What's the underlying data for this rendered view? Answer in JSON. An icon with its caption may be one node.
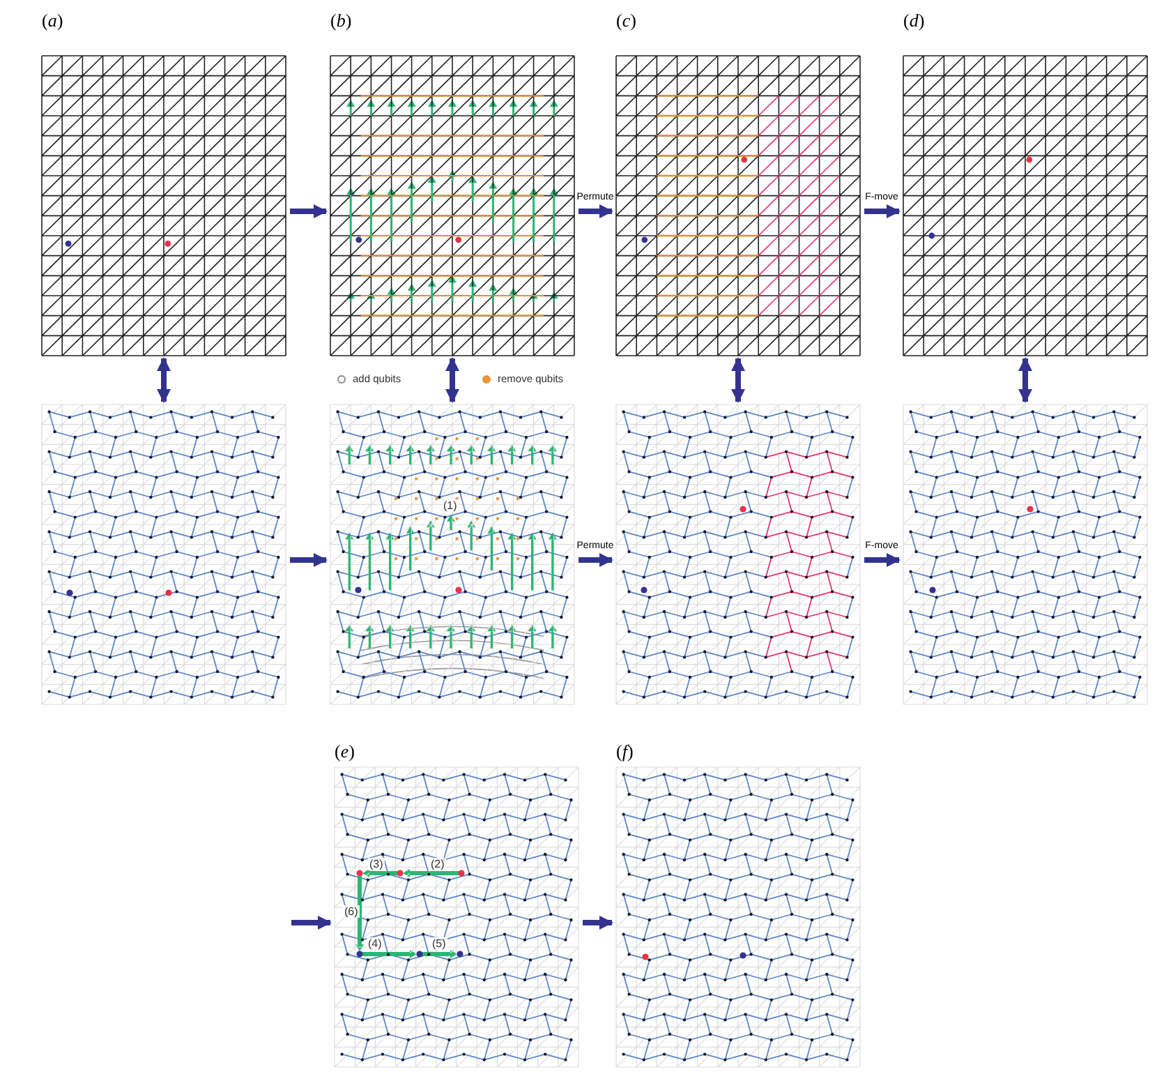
{
  "diagram": {
    "nodes": [
      {
        "text": [],
        "shape": "picture",
        "beside": [
          "(*a*)"
        ]
      },
      {
        "text": [],
        "shape": "picture",
        "beside": [
          "(*b*)"
        ]
      },
      {
        "text": [],
        "shape": "picture",
        "beside": [
          "(*c*)"
        ]
      },
      {
        "text": [],
        "shape": "picture",
        "beside": [
          "(*d*)"
        ]
      },
      {
        "text": [],
        "shape": "picture"
      },
      {
        "text": [],
        "shape": "picture"
      },
      {
        "text": [],
        "shape": "picture"
      },
      {
        "text": [],
        "shape": "picture"
      },
      {
        "text": [],
        "shape": "picture",
        "beside": [
          "(*e*)"
        ]
      },
      {
        "text": [],
        "shape": "picture",
        "beside": [
          "(*f*)"
        ]
      }
    ],
    "edges": [
      {
        "from": 0,
        "to": 1,
        "arrow": "to"
      },
      {
        "from": 1,
        "to": 2,
        "arrow": "to",
        "label": "Permute"
      },
      {
        "from": 2,
        "to": 3,
        "arrow": "to",
        "label": "F-move"
      },
      {
        "from": 0,
        "to": 4,
        "arrow": "both"
      },
      {
        "from": 1,
        "to": 5,
        "arrow": "both"
      },
      {
        "from": 2,
        "to": 6,
        "arrow": "both"
      },
      {
        "from": 3,
        "to": 7,
        "arrow": "both"
      },
      {
        "from": 4,
        "to": 5,
        "arrow": "to"
      },
      {
        "from": 5,
        "to": 6,
        "arrow": "to",
        "label": "Permute"
      },
      {
        "from": 6,
        "to": 7,
        "arrow": "to",
        "label": "F-move"
      },
      {
        "from": null,
        "to": 8,
        "arrow": "to"
      },
      {
        "from": 8,
        "to": 9,
        "arrow": "to"
      }
    ],
    "labels": [
      "(1)",
      "(3)",
      "(2)",
      "(6)",
      "(4)",
      "(5)"
    ],
    "legend": [
      {
        "text": "add qubits"
      },
      {
        "text": "remove qubits",
        "color": "#e8963c"
      }
    ]
  }
}
